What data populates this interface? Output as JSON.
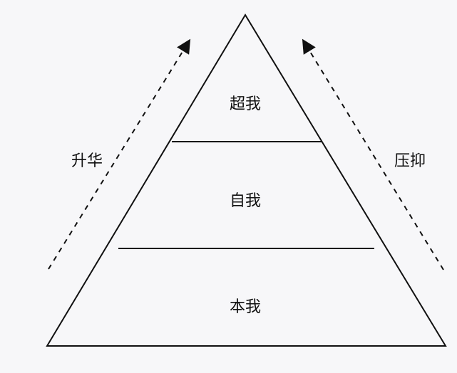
{
  "diagram": {
    "levels": {
      "top": "超我",
      "middle": "自我",
      "bottom": "本我"
    },
    "left_arrow_label": "升华",
    "right_arrow_label": "压抑"
  },
  "colors": {
    "background": "#f7f7f9",
    "stroke": "#111111",
    "text": "#111111"
  }
}
